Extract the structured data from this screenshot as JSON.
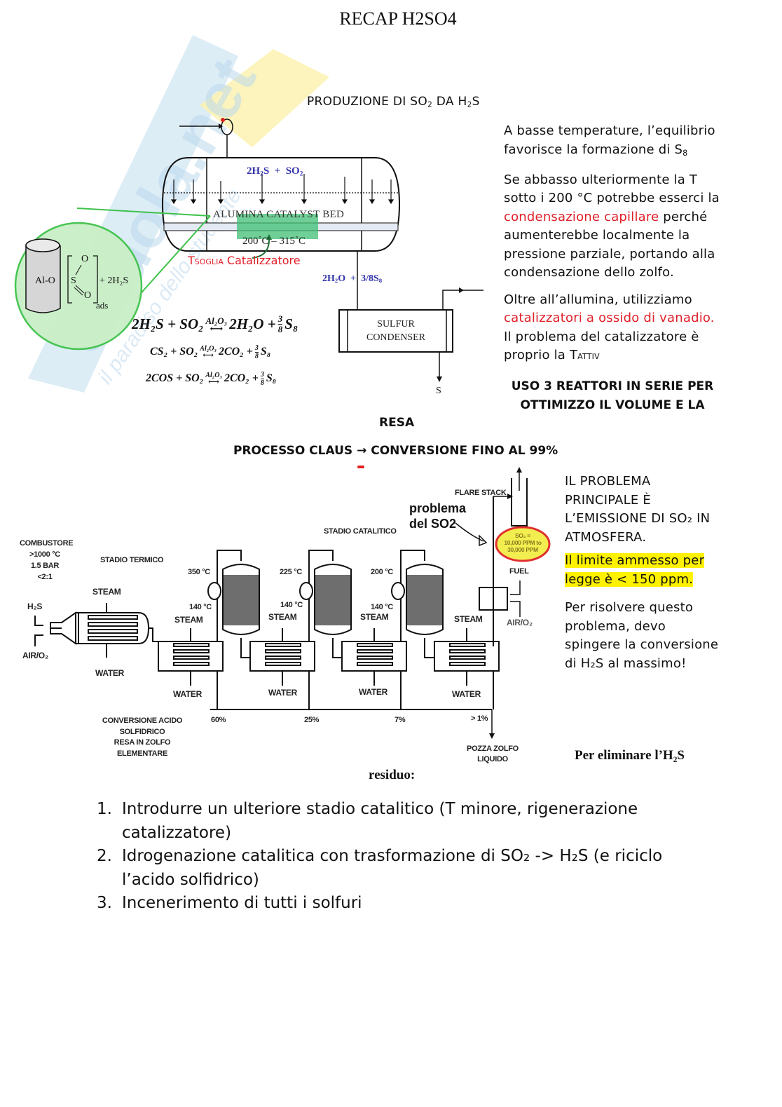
{
  "header": {
    "title": "RECAP H2SO4"
  },
  "watermark": {
    "text_main": "Skuola.net",
    "text_sub": "il paradiso dello studente",
    "colors": {
      "blue": "#cfe3f2",
      "yellow": "#fbf3b8"
    }
  },
  "section1": {
    "title_prefix": "PRODUZIONE DI SO",
    "title_sub1": "2",
    "title_mid": " DA H",
    "title_sub2": "2",
    "title_suffix": "S",
    "reactor": {
      "feed_label_a": "2H",
      "feed_sub_a": "2",
      "feed_label_b": "S  +  SO",
      "feed_sub_b": "2",
      "bed_label": "ALUMINA CATALYST BED",
      "temperature_range": "200˚C – 315˚C",
      "threshold_label_t": "T",
      "threshold_label_sub": "SOGLIA",
      "threshold_label_rest": " Catalizzatore",
      "product_label_a": "2H",
      "product_sub_a": "2",
      "product_label_b": "O  +  3/8S",
      "product_sub_b": "8"
    },
    "zoom_circle": {
      "surface": "Al-O",
      "atom_s": "S",
      "atom_o1": "O",
      "atom_o2": "O",
      "subscript": "ads",
      "reactant": "+ 2H₂S"
    },
    "condenser": {
      "line1": "SULFUR",
      "line2": "CONDENSER",
      "output": "S"
    },
    "equations": [
      {
        "left": "2H₂S + SO₂",
        "catalyst": "Al₂O₃",
        "right": "2H₂O + ",
        "frac_num": "3",
        "frac_den": "8",
        "tail": "S₈"
      },
      {
        "left": "CS₂ + SO₂",
        "catalyst": "Al₂O₃",
        "right": "2CO₂ + ",
        "frac_num": "3",
        "frac_den": "8",
        "tail": "S₈"
      },
      {
        "left": "2COS + SO₂",
        "catalyst": "Al₂O₃",
        "right": "2CO₂ + ",
        "frac_num": "3",
        "frac_den": "8",
        "tail": "S₈"
      }
    ],
    "notes": {
      "p1_line1": "A basse temperature, l’equilibrio",
      "p1_line2": "favorisce la formazione di S",
      "p1_sub": "8",
      "p2_a": "Se abbasso ulteriormente la T",
      "p2_b": "sotto i 200 °C potrebbe esserci la",
      "p2_red": "condensazione capillare",
      "p2_c": " perché",
      "p2_d": "aumenterebbe localmente la",
      "p2_e": "pressione parziale, portando alla",
      "p2_f": "condensazione dello zolfo.",
      "p3_a": "Oltre all’allumina, utilizziamo",
      "p3_red": "catalizzatori a ossido di vanadio.",
      "p3_b": "Il problema del catalizzatore è",
      "p3_c": "proprio la T",
      "p3_sub": "ATTIV",
      "bold_line1": "USO 3 REATTORI IN SERIE PER",
      "bold_line2": "OTTIMIZZO IL VOLUME E LA",
      "bold_line3": "RESA"
    }
  },
  "section2": {
    "title": "PROCESSO CLAUS → CONVERSIONE FINO AL 99%",
    "diagram": {
      "combustor": [
        "COMBUSTORE",
        ">1000 °C",
        "1.5 BAR",
        "<2:1"
      ],
      "thermal_stage": "STADIO TERMICO",
      "catalytic_stage": "STADIO CATALITICO",
      "h2s": "H₂S",
      "air": "AIR/O₂",
      "steam": "STEAM",
      "water": "WATER",
      "temps_in": [
        "350 °C",
        "225 °C",
        "200 °C"
      ],
      "temp_out": "140 °C",
      "flare_stack": "FLARE STACK",
      "fuel": "FUEL",
      "annotation_line1": "problema",
      "annotation_line2": "del SO2",
      "so2_bubble": [
        "SO₂ =",
        "10,000 PPM to",
        "30,000 PPM"
      ],
      "conversion_label": [
        "CONVERSIONE ACIDO",
        "SOLFIDRICO",
        "RESA IN ZOLFO ELEMENTARE"
      ],
      "conversions": [
        "60%",
        "25%",
        "7%",
        "> 1%"
      ],
      "sulfur_pit": [
        "POZZA ZOLFO",
        "LIQUIDO"
      ]
    },
    "notes": {
      "p1": [
        "IL PROBLEMA",
        "PRINCIPALE È",
        "L’EMISSIONE DI SO₂ IN",
        "ATMOSFERA."
      ],
      "p2_highlight": [
        "Il limite ammesso per",
        "legge è < 150 ppm."
      ],
      "p3": [
        "Per risolvere questo",
        "problema, devo",
        "spingere la conversione",
        "di H₂S al massimo!"
      ]
    },
    "residue_heading_a": "Per eliminare l’H₂S",
    "residue_heading_b": "residuo:",
    "steps": [
      {
        "num": "1.",
        "line1": "Introdurre un ulteriore stadio catalitico (T minore, rigenerazione",
        "line2": "catalizzatore)"
      },
      {
        "num": "2.",
        "line1": "Idrogenazione catalitica con trasformazione di SO₂ -> H₂S (e riciclo",
        "line2": "l’acido solfidrico)"
      },
      {
        "num": "3.",
        "line1": "Incenerimento di tutti i solfuri",
        "line2": ""
      }
    ]
  }
}
